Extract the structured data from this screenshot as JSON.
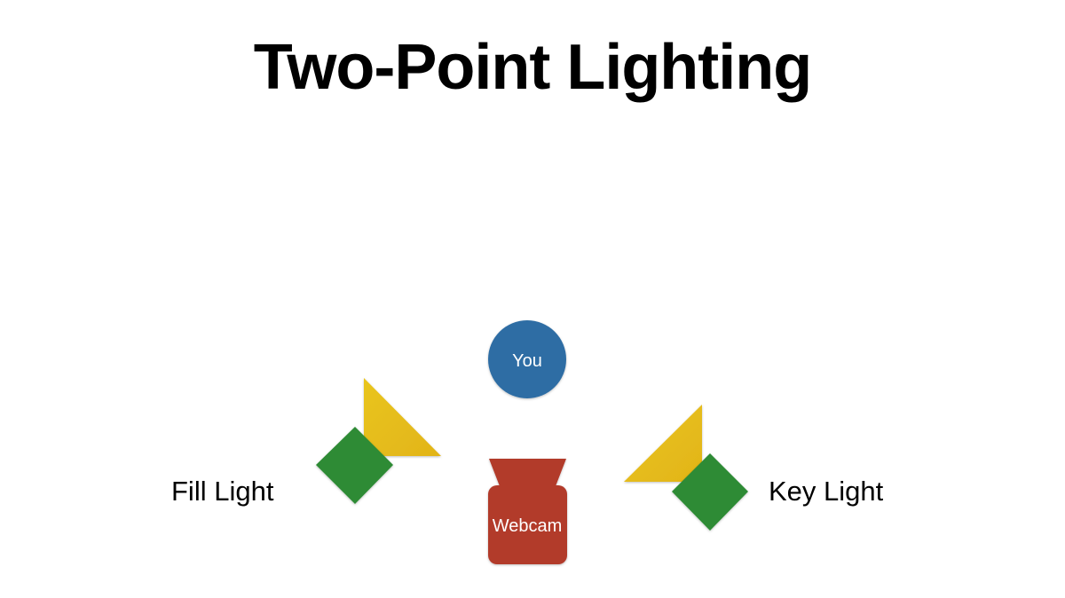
{
  "title": "Two-Point Lighting",
  "labels": {
    "fill_light": "Fill Light",
    "key_light": "Key Light"
  },
  "nodes": {
    "subject": "You",
    "camera": "Webcam"
  },
  "icons": {
    "subject": "circle",
    "camera": "webcam-icon",
    "light_reflector": "triangle-icon",
    "light_source": "diamond-icon"
  },
  "colors": {
    "subject": "#2E6DA4",
    "camera": "#B23A2C",
    "light_reflector": "#E8C21C",
    "light_source": "#2E8B34",
    "text": "#000000"
  }
}
